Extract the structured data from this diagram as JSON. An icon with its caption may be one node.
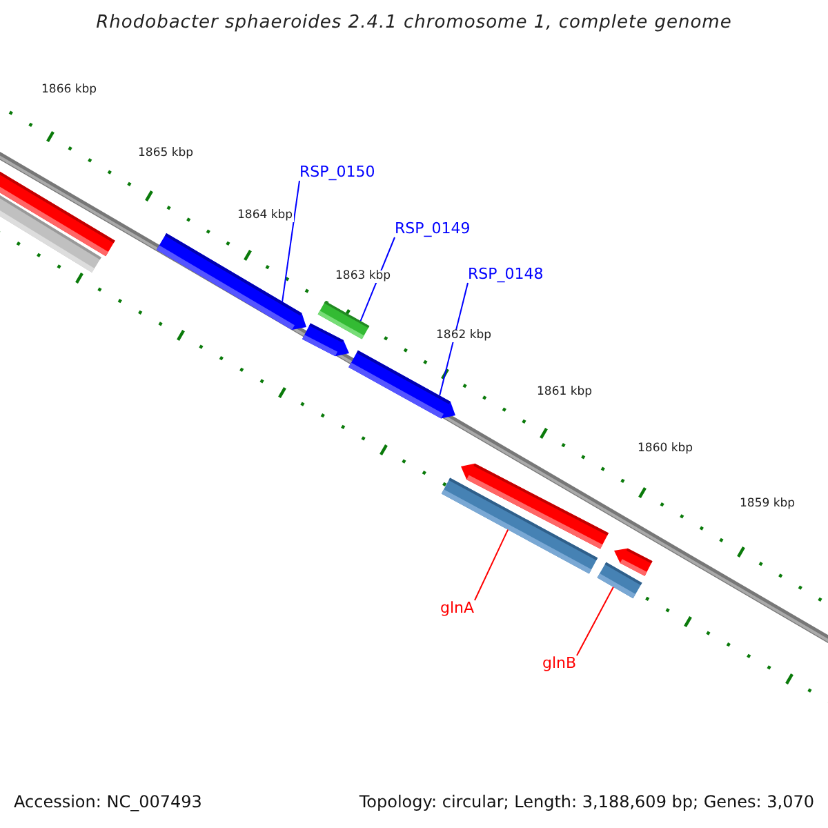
{
  "diagram": {
    "title": "Rhodobacter sphaeroides 2.4.1 chromosome 1, complete genome",
    "nodes": [
      {
        "text": [
          "RSP_0150"
        ]
      },
      {
        "text": [],
        "shape": "bar"
      },
      {
        "text": [
          "RSP_0149"
        ]
      },
      {
        "text": [],
        "shape": "bar"
      },
      {
        "text": [
          "RSP_0148"
        ]
      },
      {
        "text": [],
        "shape": "bar"
      },
      {
        "text": [
          "glnA"
        ]
      },
      {
        "text": [],
        "shape": "bar"
      },
      {
        "text": [
          "glnB"
        ]
      },
      {
        "text": [],
        "shape": "bar"
      }
    ],
    "edges": [
      {
        "from": 0,
        "to": 1,
        "arrow": "none"
      },
      {
        "from": 2,
        "to": 3,
        "arrow": "none"
      },
      {
        "from": 4,
        "to": 5,
        "arrow": "none"
      },
      {
        "from": 6,
        "to": 7,
        "arrow": "none",
        "color": "#ff0000"
      },
      {
        "from": 8,
        "to": 9,
        "arrow": "none",
        "color": "#ff0000"
      }
    ],
    "labels": [
      "1866 kbp",
      "1865 kbp",
      "1864 kbp",
      "1863 kbp",
      "1862 kbp",
      "1861 kbp",
      "1860 kbp",
      "1859 kbp",
      "Accession: NC_007493",
      "Topology: circular; Length: 3,188,609 bp; Genes: 3,070"
    ]
  }
}
